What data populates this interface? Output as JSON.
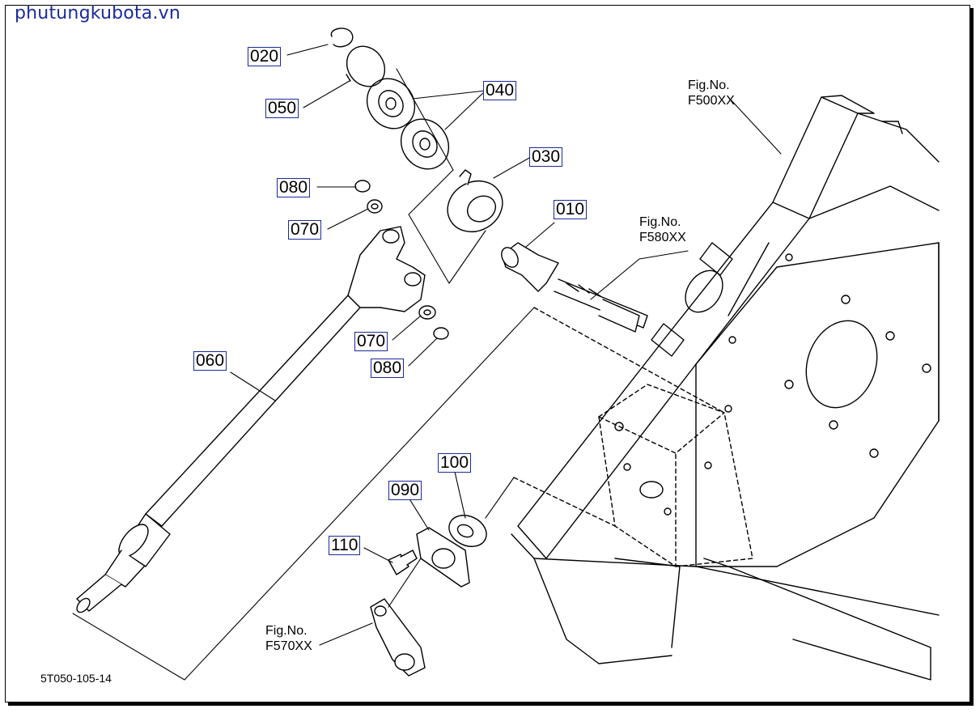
{
  "watermark": "phutungkubota.vn",
  "drawing_number": "5T050-105-14",
  "parts": {
    "p020": "020",
    "p050": "050",
    "p040": "040",
    "p030": "030",
    "p080a": "080",
    "p070a": "070",
    "p010": "010",
    "p070b": "070",
    "p080b": "080",
    "p060": "060",
    "p100": "100",
    "p090": "090",
    "p110": "110"
  },
  "figure_refs": {
    "f500": {
      "title": "Fig.No.",
      "code": "F500XX"
    },
    "f580": {
      "title": "Fig.No.",
      "code": "F580XX"
    },
    "f570": {
      "title": "Fig.No.",
      "code": "F570XX"
    }
  },
  "colors": {
    "label_box": "#1a2a9c",
    "watermark": "#1a2a9c",
    "line": "#000000"
  }
}
